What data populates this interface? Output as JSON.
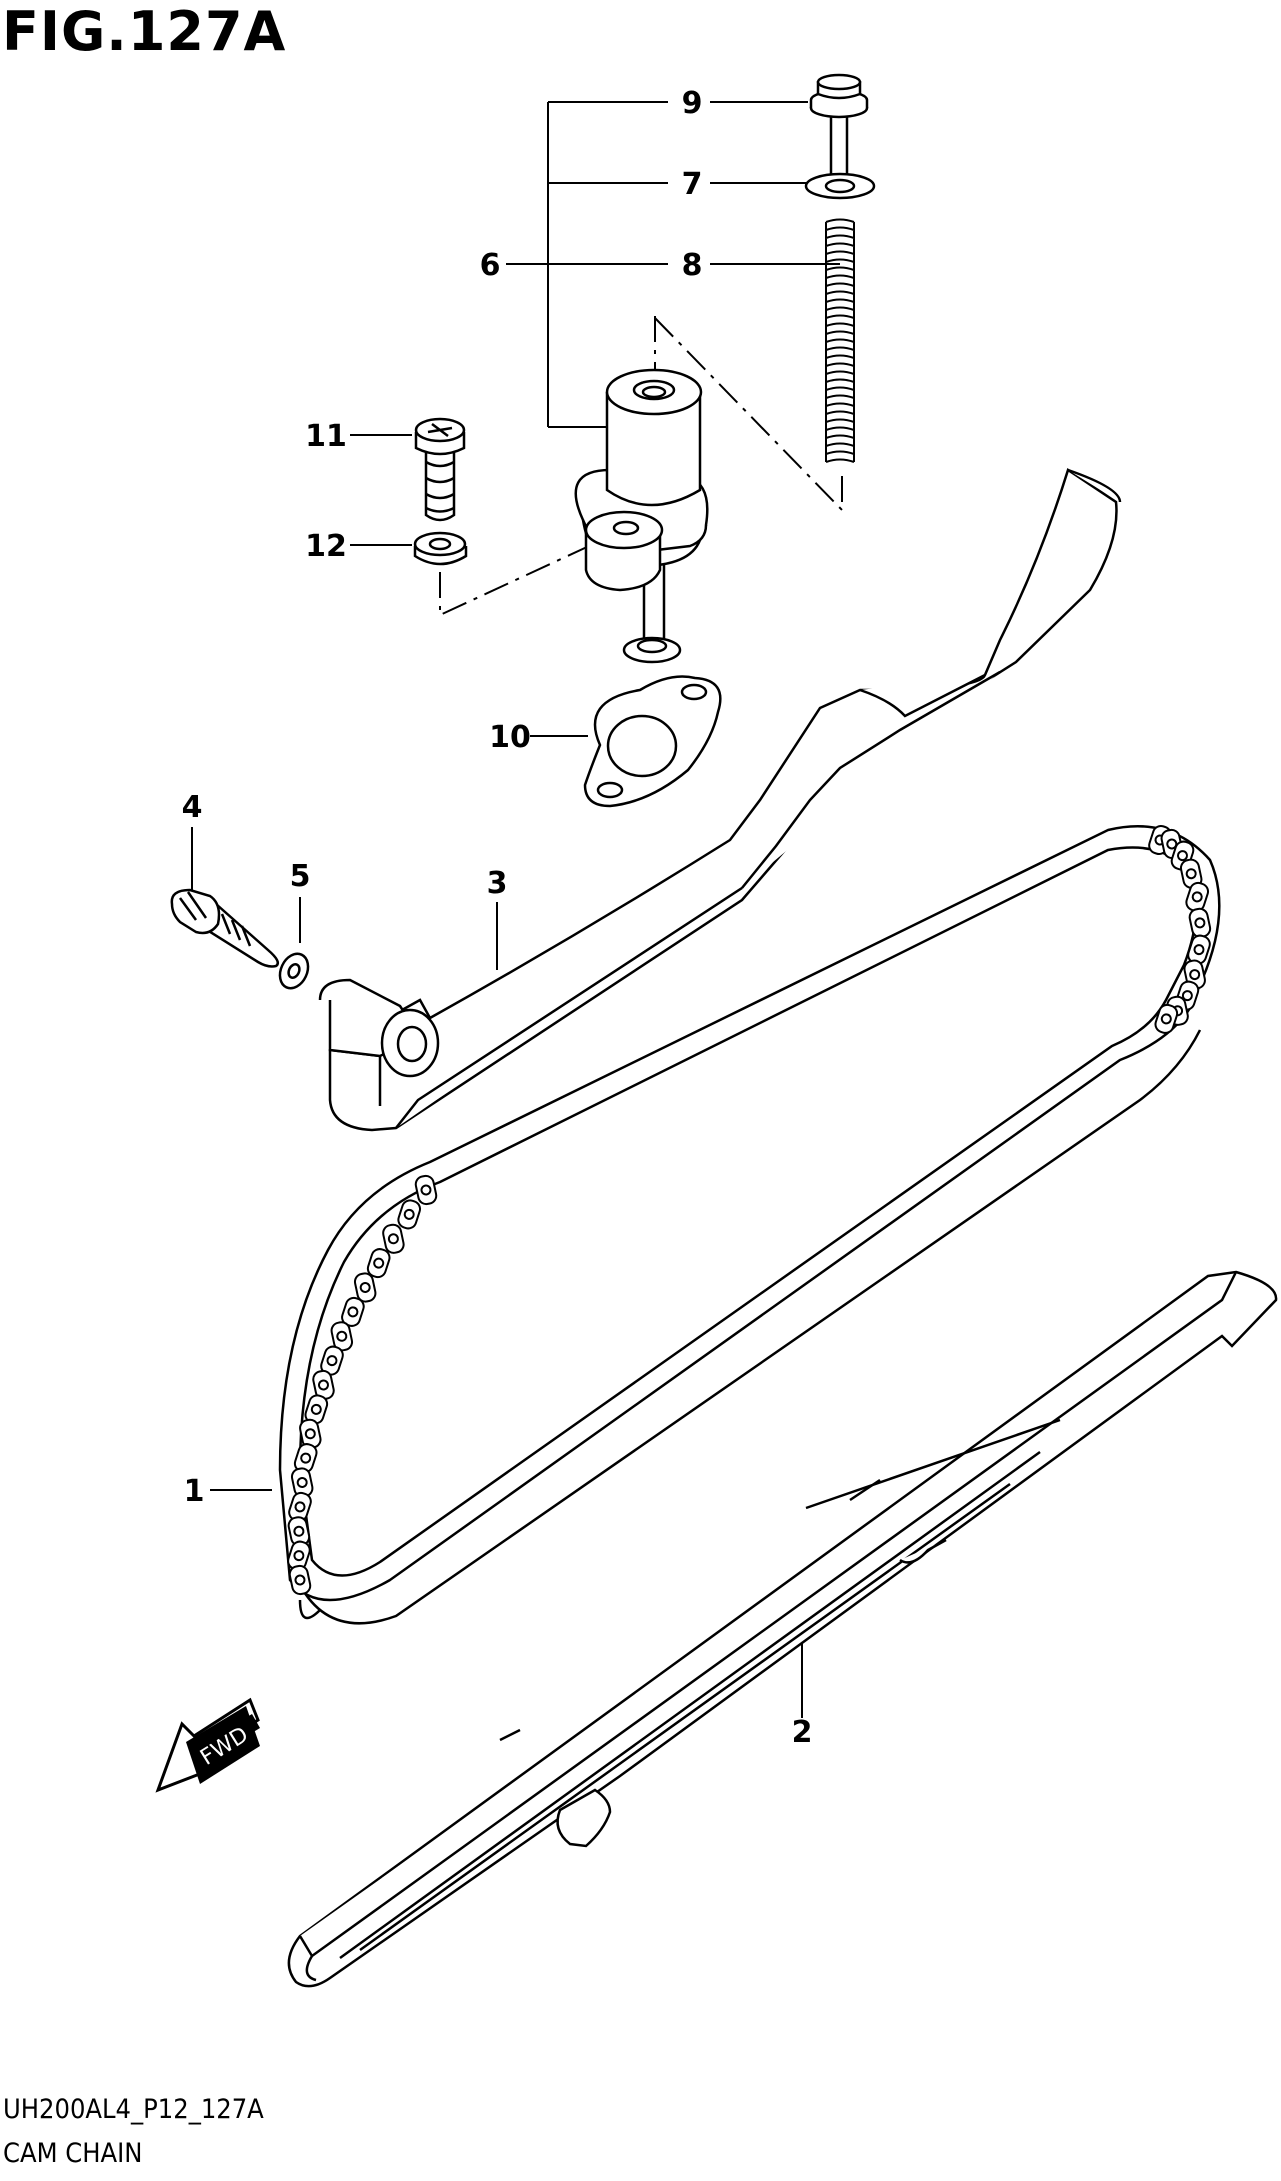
{
  "figure": {
    "title": "FIG.127A",
    "drawing_code": "UH200AL4_P12_127A",
    "caption": "CAM CHAIN",
    "direction_label": "FWD"
  },
  "callouts": [
    {
      "id": "1"
    },
    {
      "id": "2"
    },
    {
      "id": "3"
    },
    {
      "id": "4"
    },
    {
      "id": "5"
    },
    {
      "id": "6"
    },
    {
      "id": "7"
    },
    {
      "id": "8"
    },
    {
      "id": "9"
    },
    {
      "id": "10"
    },
    {
      "id": "11"
    },
    {
      "id": "12"
    }
  ]
}
